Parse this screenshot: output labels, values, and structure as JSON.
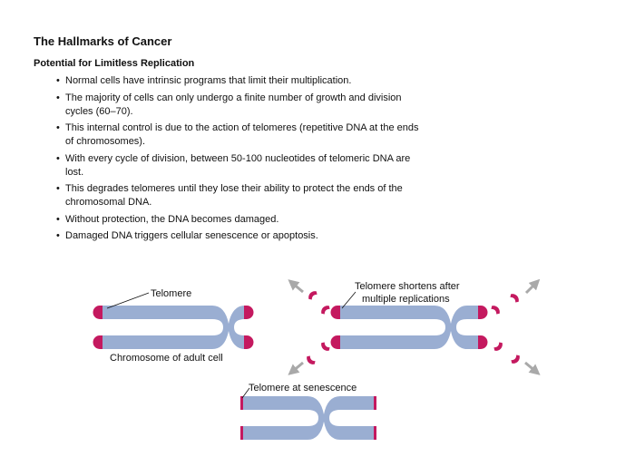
{
  "title": "The Hallmarks of Cancer",
  "subtitle": "Potential for Limitless Replication",
  "bullets": [
    "Normal cells have intrinsic programs that limit their multiplication.",
    "The majority of cells can only undergo a finite number of growth and division cycles (60–70).",
    "This internal control is due to the action of telomeres (repetitive DNA at the ends of chromosomes).",
    "With every cycle of division, between 50-100 nucleotides of telomeric DNA are lost.",
    "This degrades telomeres until they lose their ability to protect the ends of the chromosomal DNA.",
    "Without protection, the DNA becomes damaged.",
    "Damaged DNA triggers cellular senescence or apoptosis."
  ],
  "diagram": {
    "label_telomere": "Telomere",
    "label_adult": "Chromosome of adult cell",
    "label_shortens_1": "Telomere shortens after",
    "label_shortens_2": "multiple replications",
    "label_senescence": "Telomere at senescence",
    "colors": {
      "chromosome": "#9aaed2",
      "telomere": "#c4195f",
      "arrow": "#a9a9a9"
    }
  }
}
